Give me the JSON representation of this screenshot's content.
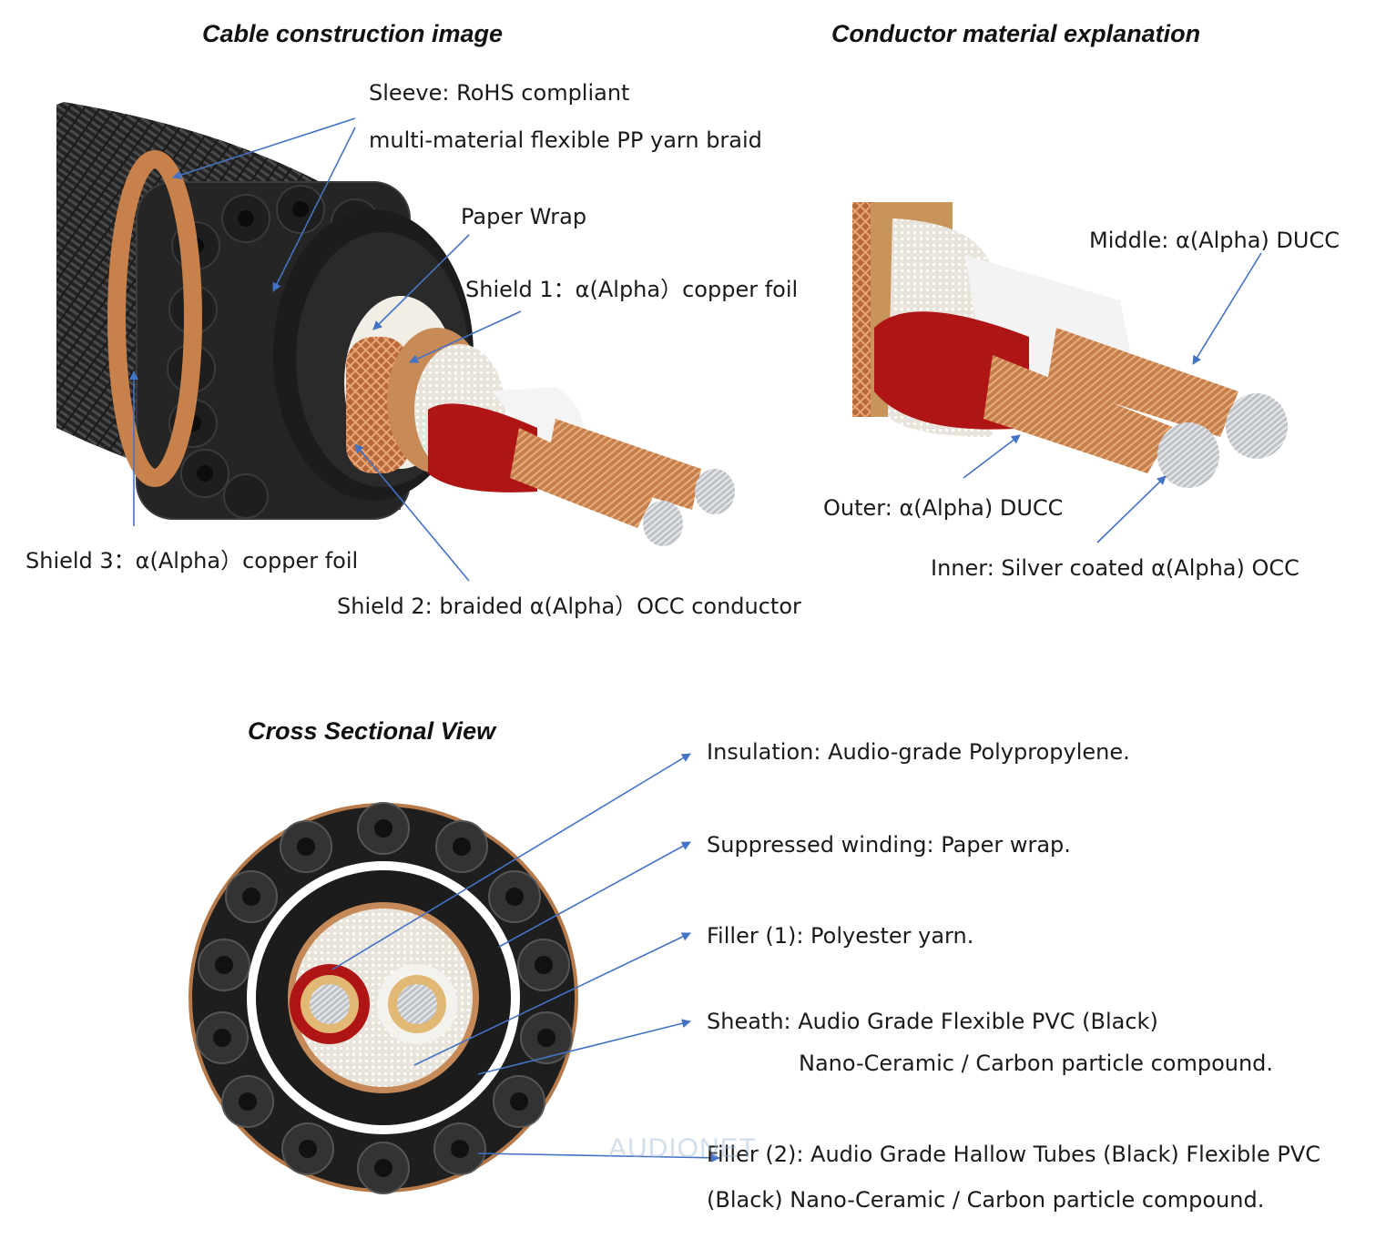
{
  "headings": {
    "construction": "Cable construction image",
    "material": "Conductor material explanation",
    "cross_section": "Cross Sectional View"
  },
  "construction_labels": {
    "sleeve_1": "Sleeve: RoHS compliant",
    "sleeve_2": "multi-material flexible PP yarn braid",
    "paper_wrap": "Paper Wrap",
    "shield_1": "Shield 1：α(Alpha）copper foil",
    "shield_3": "Shield 3：α(Alpha）copper foil",
    "shield_2": "Shield 2: braided α(Alpha）OCC conductor"
  },
  "material_labels": {
    "middle": "Middle: α(Alpha) DUCC",
    "outer": "Outer: α(Alpha) DUCC",
    "inner": "Inner: Silver coated α(Alpha) OCC"
  },
  "cross_section_labels": {
    "insulation": "Insulation: Audio-grade Polypropylene.",
    "winding": "Suppressed winding: Paper wrap.",
    "filler1": "Filler (1): Polyester yarn.",
    "sheath_1": "Sheath: Audio Grade Flexible PVC (Black)",
    "sheath_2": "Nano-Ceramic / Carbon particle compound.",
    "filler2_1": "Filler (2): Audio Grade Hallow Tubes (Black) Flexible PVC",
    "filler2_2": "(Black) Nano-Ceramic / Carbon particle compound."
  },
  "watermark": "AUDIONET",
  "colors": {
    "arrow": "#4472c4",
    "copper": "#c8814a",
    "red_insulation": "#b01515",
    "braid_dark": "#2b2b2b"
  }
}
